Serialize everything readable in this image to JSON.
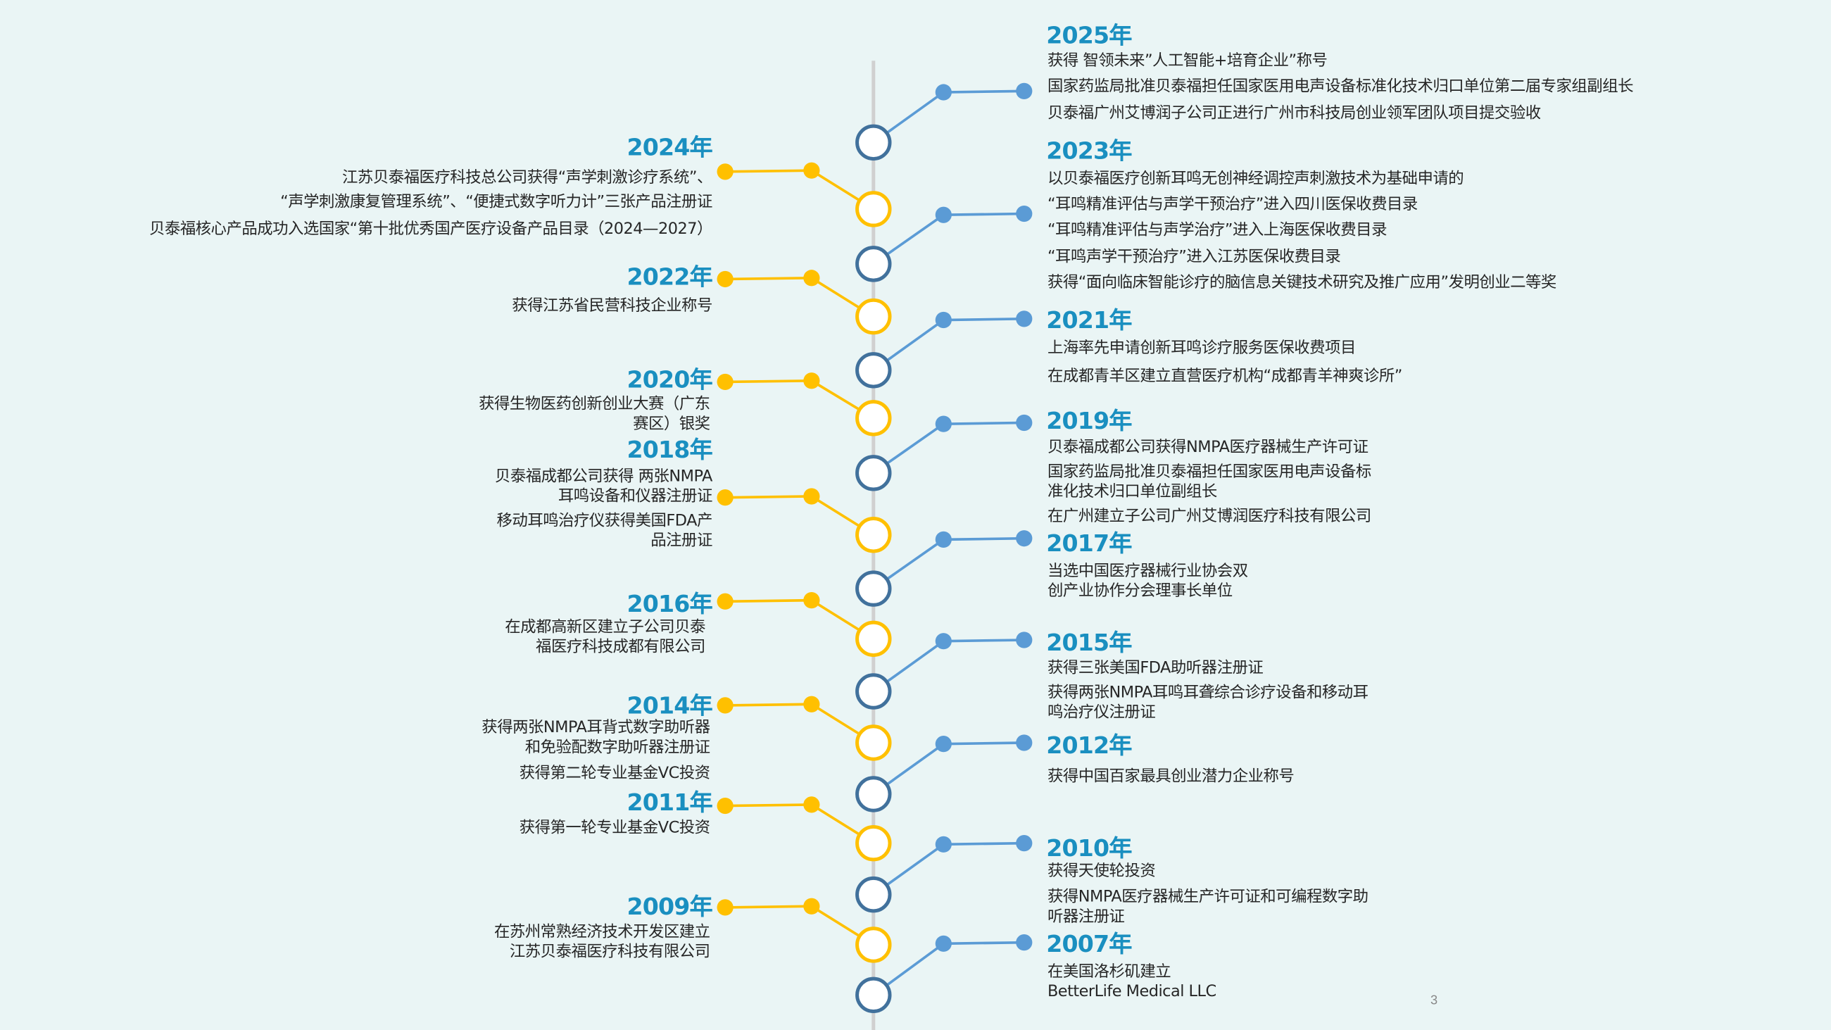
{
  "colors": {
    "background": "#eaf5f5",
    "year": "#1a8fc0",
    "blue_line": "#5b9bd5",
    "blue_ring": "#41719c",
    "yellow": "#ffc000",
    "axis": "#d0d0d0"
  },
  "right": [
    {
      "year": "2025年",
      "lines": [
        "获得 智领未来”人工智能+培育企业”称号",
        "国家药监局批准贝泰福担任国家医用电声设备标准化技术归口单位第二届专家组副组长",
        "贝泰福广州艾博润子公司正进行广州市科技局创业领军团队项目提交验收"
      ]
    },
    {
      "year": "2023年",
      "lines": [
        "以贝泰福医疗创新耳鸣无创神经调控声刺激技术为基础申请的",
        "“耳鸣精准评估与声学干预治疗”进入四川医保收费目录",
        "“耳鸣精准评估与声学治疗”进入上海医保收费目录",
        "“耳鸣声学干预治疗”进入江苏医保收费目录",
        "获得“面向临床智能诊疗的脑信息关键技术研究及推广应用”发明创业二等奖"
      ]
    },
    {
      "year": "2021年",
      "lines": [
        "上海率先申请创新耳鸣诊疗服务医保收费项目",
        "在成都青羊区建立直营医疗机构“成都青羊神爽诊所”"
      ]
    },
    {
      "year": "2019年",
      "lines": [
        "贝泰福成都公司获得NMPA医疗器械生产许可证",
        "国家药监局批准贝泰福担任国家医用电声设备标",
        "准化技术归口单位副组长",
        "在广州建立子公司广州艾博润医疗科技有限公司"
      ]
    },
    {
      "year": "2017年",
      "lines": [
        "当选中国医疗器械行业协会双",
        "创产业协作分会理事长单位"
      ]
    },
    {
      "year": "2015年",
      "lines": [
        "获得三张美国FDA助听器注册证",
        "获得两张NMPA耳鸣耳聋综合诊疗设备和移动耳",
        "鸣治疗仪注册证"
      ]
    },
    {
      "year": "2012年",
      "lines": [
        "获得中国百家最具创业潜力企业称号"
      ]
    },
    {
      "year": "2010年",
      "lines": [
        "获得天使轮投资",
        "获得NMPA医疗器械生产许可证和可编程数字助",
        "听器注册证"
      ]
    },
    {
      "year": "2007年",
      "lines": [
        "在美国洛杉矶建立",
        "BetterLife Medical LLC"
      ]
    }
  ],
  "left": [
    {
      "year": "2024年",
      "lines": [
        "江苏贝泰福医疗科技总公司获得“声学刺激诊疗系统”、",
        "“声学刺激康复管理系统”、“便捷式数字听力计”三张产品注册证",
        "贝泰福核心产品成功入选国家“第十批优秀国产医疗设备产品目录（2024—2027）"
      ]
    },
    {
      "year": "2022年",
      "lines": [
        "获得江苏省民营科技企业称号"
      ]
    },
    {
      "year": "2020年",
      "lines": [
        "获得生物医药创新创业大赛（广东",
        "赛区）银奖"
      ]
    },
    {
      "year": "2018年",
      "lines": [
        "贝泰福成都公司获得 两张NMPA",
        "耳鸣设备和仪器注册证",
        "移动耳鸣治疗仪获得美国FDA产",
        "品注册证"
      ]
    },
    {
      "year": "2016年",
      "lines": [
        "在成都高新区建立子公司贝泰",
        "福医疗科技成都有限公司"
      ]
    },
    {
      "year": "2014年",
      "lines": [
        "获得两张NMPA耳背式数字助听器",
        "和免验配数字助听器注册证",
        "获得第二轮专业基金VC投资"
      ]
    },
    {
      "year": "2011年",
      "lines": [
        "获得第一轮专业基金VC投资"
      ]
    },
    {
      "year": "2009年",
      "lines": [
        "在苏州常熟经济技术开发区建立",
        "江苏贝泰福医疗科技有限公司"
      ]
    }
  ],
  "page_number": "3"
}
